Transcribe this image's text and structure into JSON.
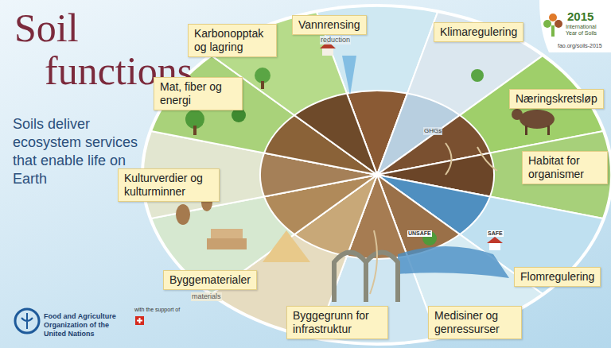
{
  "diagram": {
    "title": "Soil functions",
    "caption": "Soils deliver ecosystem services that enable life on Earth",
    "nodes": [
      {
        "text": [
          "Karbonopptak og lagring"
        ]
      },
      {
        "text": [
          "Vannrensing"
        ]
      },
      {
        "text": [
          "Klimaregulering"
        ]
      },
      {
        "text": [
          "Mat, fiber og energi"
        ]
      },
      {
        "text": [
          "Næringskretsløp"
        ]
      },
      {
        "text": [
          "Habitat for organismer"
        ]
      },
      {
        "text": [
          "Kulturverdier og kulturminner"
        ]
      },
      {
        "text": [
          "Byggematerialer"
        ]
      },
      {
        "text": [
          "Flomregulering"
        ]
      },
      {
        "text": [
          "Byggegrunn for infrastruktur"
        ]
      },
      {
        "text": [
          "Medisiner og genressurser"
        ]
      }
    ],
    "labels": [
      "reduction",
      "materials",
      "GHGs",
      "UNSAFE",
      "SAFE",
      "2015",
      "International Year of Soils",
      "fao.org/soils-2015",
      "Food and Agriculture Organization of the United Nations",
      "with the support of"
    ]
  }
}
